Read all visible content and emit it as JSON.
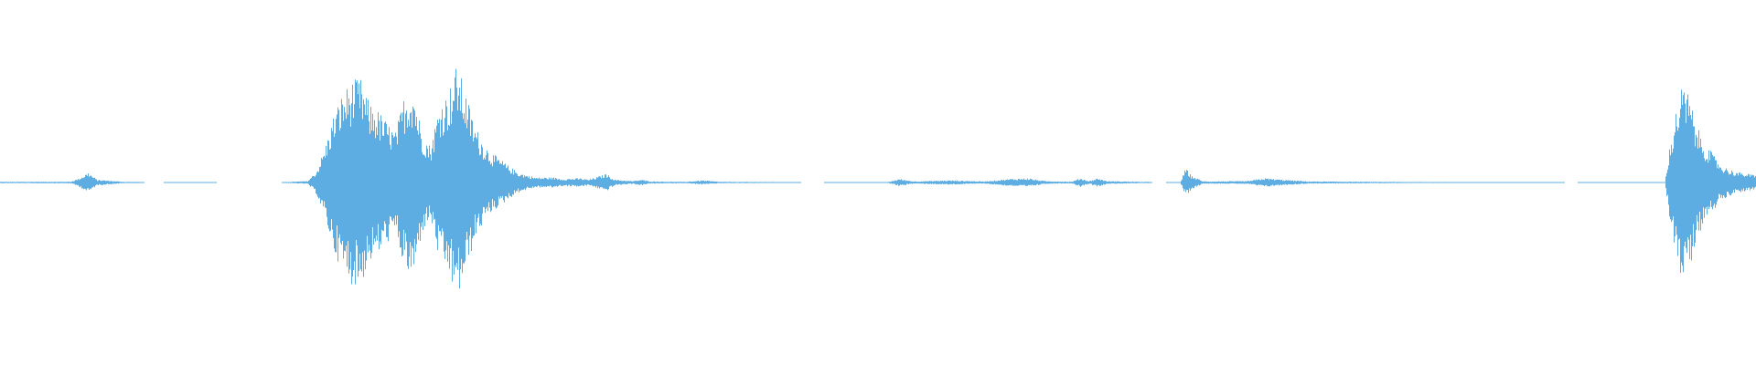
{
  "waveform": {
    "color": "#5dade2",
    "envelope": [
      [
        0.0,
        0.005
      ],
      [
        0.04,
        0.006
      ],
      [
        0.045,
        0.03
      ],
      [
        0.05,
        0.07
      ],
      [
        0.055,
        0.02
      ],
      [
        0.07,
        0.005
      ],
      [
        0.08,
        0.004
      ],
      [
        0.082,
        0.0
      ],
      [
        0.093,
        0.0
      ],
      [
        0.094,
        0.002
      ],
      [
        0.122,
        0.002
      ],
      [
        0.123,
        0.0
      ],
      [
        0.16,
        0.0
      ],
      [
        0.161,
        0.003
      ],
      [
        0.175,
        0.01
      ],
      [
        0.18,
        0.08
      ],
      [
        0.185,
        0.25
      ],
      [
        0.19,
        0.48
      ],
      [
        0.195,
        0.62
      ],
      [
        0.2,
        0.7
      ],
      [
        0.205,
        0.72
      ],
      [
        0.21,
        0.55
      ],
      [
        0.215,
        0.5
      ],
      [
        0.22,
        0.42
      ],
      [
        0.225,
        0.35
      ],
      [
        0.23,
        0.6
      ],
      [
        0.235,
        0.68
      ],
      [
        0.24,
        0.35
      ],
      [
        0.245,
        0.25
      ],
      [
        0.25,
        0.55
      ],
      [
        0.255,
        0.62
      ],
      [
        0.26,
        0.82
      ],
      [
        0.265,
        0.62
      ],
      [
        0.27,
        0.4
      ],
      [
        0.275,
        0.28
      ],
      [
        0.28,
        0.2
      ],
      [
        0.285,
        0.16
      ],
      [
        0.29,
        0.11
      ],
      [
        0.295,
        0.07
      ],
      [
        0.3,
        0.05
      ],
      [
        0.305,
        0.035
      ],
      [
        0.315,
        0.035
      ],
      [
        0.32,
        0.025
      ],
      [
        0.33,
        0.03
      ],
      [
        0.335,
        0.02
      ],
      [
        0.34,
        0.04
      ],
      [
        0.345,
        0.06
      ],
      [
        0.35,
        0.02
      ],
      [
        0.36,
        0.01
      ],
      [
        0.365,
        0.02
      ],
      [
        0.37,
        0.008
      ],
      [
        0.39,
        0.005
      ],
      [
        0.4,
        0.015
      ],
      [
        0.41,
        0.005
      ],
      [
        0.455,
        0.003
      ],
      [
        0.456,
        0.0
      ],
      [
        0.469,
        0.0
      ],
      [
        0.47,
        0.002
      ],
      [
        0.505,
        0.002
      ],
      [
        0.512,
        0.025
      ],
      [
        0.52,
        0.008
      ],
      [
        0.54,
        0.015
      ],
      [
        0.56,
        0.008
      ],
      [
        0.575,
        0.025
      ],
      [
        0.585,
        0.03
      ],
      [
        0.595,
        0.01
      ],
      [
        0.61,
        0.006
      ],
      [
        0.615,
        0.03
      ],
      [
        0.62,
        0.01
      ],
      [
        0.625,
        0.03
      ],
      [
        0.63,
        0.01
      ],
      [
        0.655,
        0.004
      ],
      [
        0.656,
        0.0
      ],
      [
        0.664,
        0.0
      ],
      [
        0.665,
        0.002
      ],
      [
        0.672,
        0.002
      ],
      [
        0.675,
        0.1
      ],
      [
        0.678,
        0.05
      ],
      [
        0.685,
        0.008
      ],
      [
        0.71,
        0.01
      ],
      [
        0.72,
        0.03
      ],
      [
        0.73,
        0.02
      ],
      [
        0.745,
        0.008
      ],
      [
        0.8,
        0.004
      ],
      [
        0.85,
        0.003
      ],
      [
        0.89,
        0.003
      ],
      [
        0.891,
        0.0
      ],
      [
        0.898,
        0.0
      ],
      [
        0.899,
        0.002
      ],
      [
        0.948,
        0.002
      ],
      [
        0.95,
        0.2
      ],
      [
        0.955,
        0.55
      ],
      [
        0.958,
        0.68
      ],
      [
        0.962,
        0.6
      ],
      [
        0.965,
        0.42
      ],
      [
        0.97,
        0.28
      ],
      [
        0.975,
        0.2
      ],
      [
        0.98,
        0.12
      ],
      [
        0.985,
        0.09
      ],
      [
        0.99,
        0.07
      ],
      [
        1.0,
        0.05
      ]
    ]
  }
}
